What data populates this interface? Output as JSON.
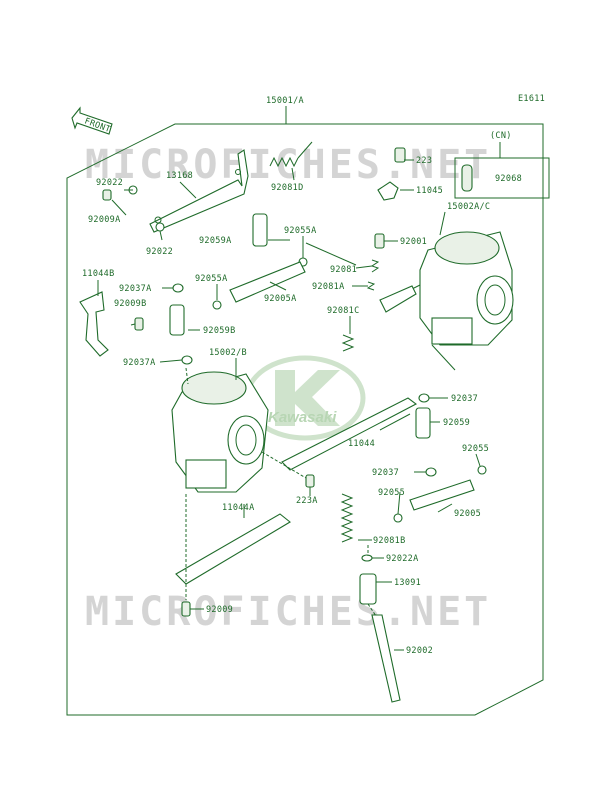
{
  "diagram_code": "E1611",
  "front_label": "FRONT",
  "assembly_label": "15001/A",
  "watermark": "MICROFICHES.NET",
  "logo_text": "Kawasaki",
  "variant_box_label": "(CN)",
  "parts": {
    "p92022": "92022",
    "p13168": "13168",
    "p92081D": "92081D",
    "p223_top": "223",
    "p11045": "11045",
    "p92068": "92068",
    "p92009A": "92009A",
    "p92022_b": "92022",
    "p15002AC": "15002A/C",
    "p92059A": "92059A",
    "p92055A_top": "92055A",
    "p92001": "92001",
    "p11044B": "11044B",
    "p92055A": "92055A",
    "p92081": "92081",
    "p92037A_top": "92037A",
    "p92005A": "92005A",
    "p92081A": "92081A",
    "p92009B": "92009B",
    "p92059B": "92059B",
    "p92081C": "92081C",
    "p92037A": "92037A",
    "p15002B": "15002/B",
    "p92037": "92037",
    "p92059": "92059",
    "p11044": "11044",
    "p92055": "92055",
    "p92037_b": "92037",
    "p92055_b": "92055",
    "p223A": "223A",
    "p92005": "92005",
    "p11044A": "11044A",
    "p92081B": "92081B",
    "p92022A": "92022A",
    "p13091": "13091",
    "p92009": "92009",
    "p92002": "92002"
  },
  "colors": {
    "line": "#1f6b2a",
    "watermark": "#d4d4d4",
    "logo": "#cfe3cc"
  }
}
